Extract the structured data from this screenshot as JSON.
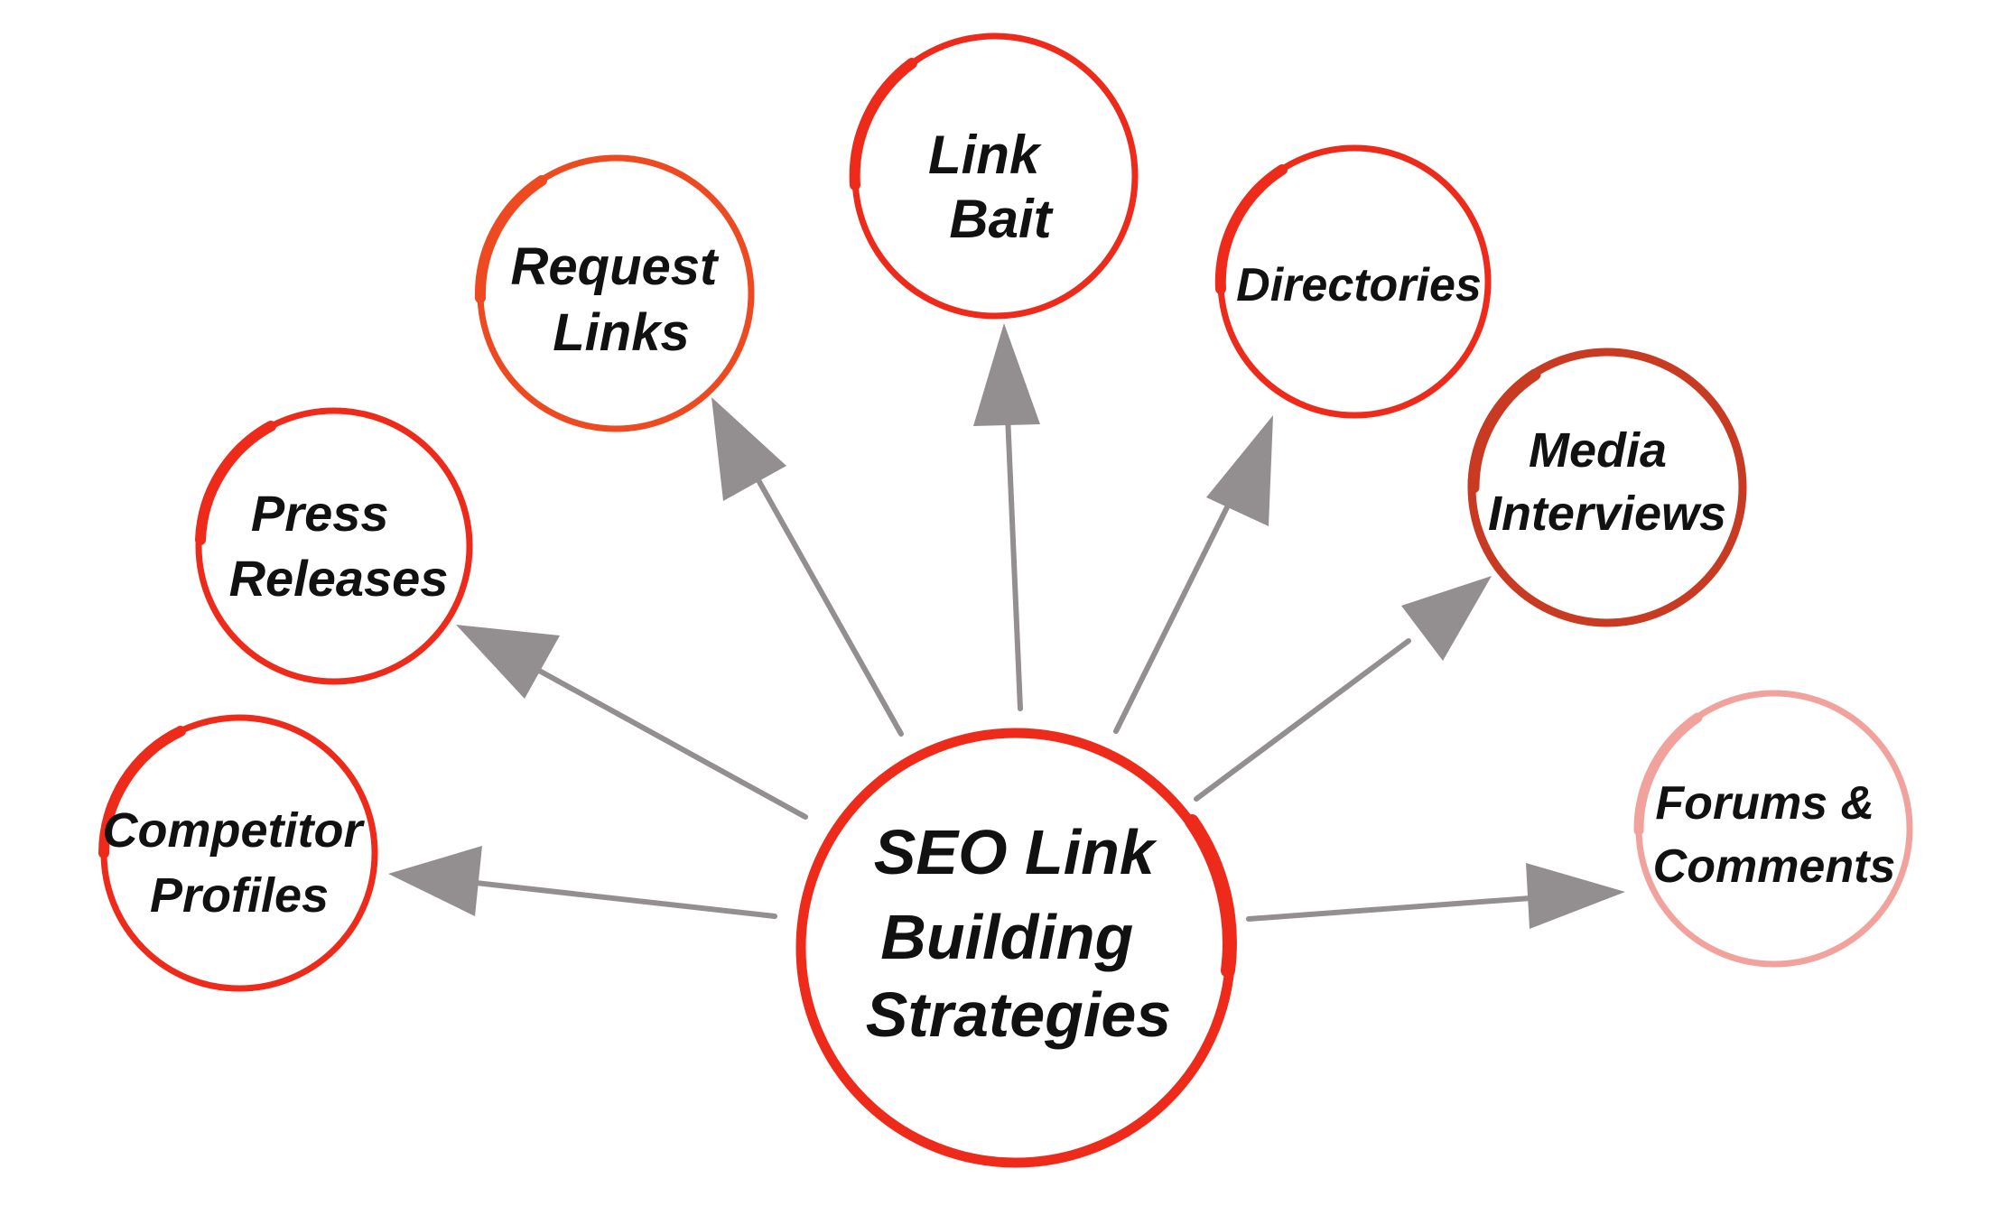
{
  "colors": {
    "circle_red": "#ee2a1b",
    "circle_darkred": "#c93a22",
    "circle_pink": "#f2a29c",
    "arrow_gray": "#938f90",
    "text": "#111111",
    "background": "#ffffff"
  },
  "center": {
    "lines": [
      "SEO Link",
      "Building",
      "Strategies"
    ]
  },
  "nodes": [
    {
      "id": "competitor-profiles",
      "lines": [
        "Competitor",
        "Profiles"
      ]
    },
    {
      "id": "press-releases",
      "lines": [
        "Press",
        "Releases"
      ]
    },
    {
      "id": "request-links",
      "lines": [
        "Request",
        "Links"
      ]
    },
    {
      "id": "link-bait",
      "lines": [
        "Link",
        "Bait"
      ]
    },
    {
      "id": "directories",
      "lines": [
        "Directories"
      ]
    },
    {
      "id": "media-interviews",
      "lines": [
        "Media",
        "Interviews"
      ]
    },
    {
      "id": "forums-comments",
      "lines": [
        "Forums &",
        "Comments"
      ]
    }
  ]
}
